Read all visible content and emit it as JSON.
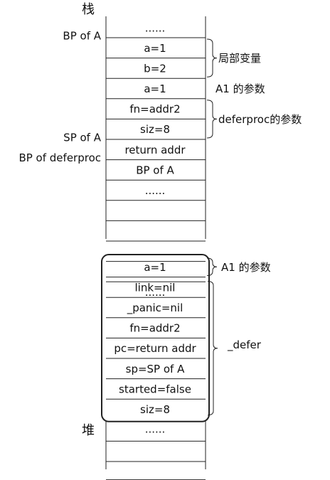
{
  "stack": {
    "title": "栈",
    "cells": [
      "......",
      "a=1",
      "b=2",
      "a=1",
      "fn=addr2",
      "siz=8",
      "return addr",
      "BP of A",
      "......",
      "",
      "",
      "",
      "",
      "......"
    ],
    "left_labels": [
      {
        "text": "BP of A",
        "row": 1
      },
      {
        "text": "SP of A",
        "row": 6
      },
      {
        "text": "BP of deferproc",
        "row": 7
      }
    ],
    "right_labels": [
      {
        "text": "局部变量",
        "rows": [
          1,
          2
        ],
        "brace": true
      },
      {
        "text": "A1 的参数",
        "rows": [
          3,
          3
        ],
        "brace": false
      },
      {
        "text": "deferproc的参数",
        "rows": [
          4,
          5
        ],
        "brace": true
      }
    ]
  },
  "heap": {
    "title": "堆",
    "cells": [
      "a=1",
      "link=nil",
      "_panic=nil",
      "fn=addr2",
      "pc=return addr",
      "sp=SP of A",
      "started=false",
      "siz=8",
      "......",
      "",
      ""
    ],
    "defer_group_label": "_defer",
    "arg_label": "A1 的参数"
  }
}
